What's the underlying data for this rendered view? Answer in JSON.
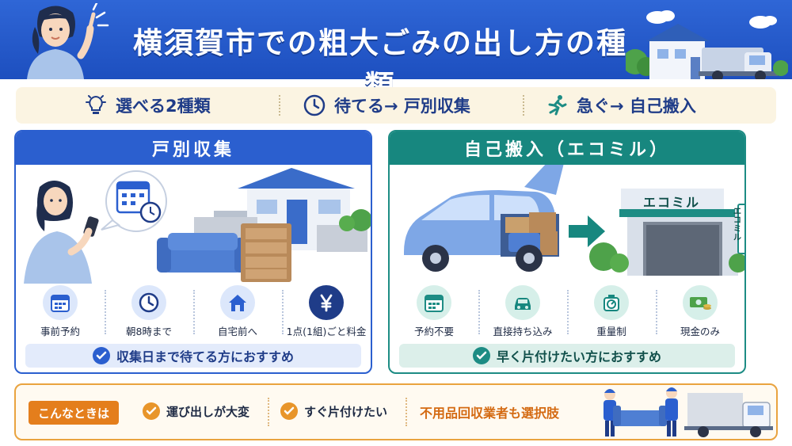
{
  "header": {
    "title": "横須賀市での粗大ごみの出し方の種類"
  },
  "summary": {
    "items": [
      {
        "icon": "lightbulb-icon",
        "text": "選べる2種類"
      },
      {
        "icon": "clock-icon",
        "text": "待てる→ 戸別収集"
      },
      {
        "icon": "running-person-icon",
        "text": "急ぐ→ 自己搬入"
      }
    ]
  },
  "panel_left": {
    "title": "戸別収集",
    "features": [
      {
        "icon": "calendar-icon",
        "label": "事前予約"
      },
      {
        "icon": "clock-icon",
        "label": "朝8時まで"
      },
      {
        "icon": "house-icon",
        "label": "自宅前へ"
      },
      {
        "icon": "yen-icon",
        "label": "1点(1組)ごと料金"
      }
    ],
    "recommend": "収集日まで待てる方におすすめ",
    "accent": "#2b5fcf"
  },
  "panel_right": {
    "title": "自己搬入（エコミル）",
    "facility_sign": "エコミル",
    "facility_pole": "エコミル",
    "features": [
      {
        "icon": "calendar-icon",
        "label": "予約不要"
      },
      {
        "icon": "car-icon",
        "label": "直接持ち込み"
      },
      {
        "icon": "scale-icon",
        "label": "重量制"
      },
      {
        "icon": "cash-icon",
        "label": "現金のみ"
      }
    ],
    "recommend": "早く片付けたい方におすすめ",
    "accent": "#1d8c84"
  },
  "bottom": {
    "tag": "こんなときは",
    "items": [
      "運び出しが大変",
      "すぐ片付けたい"
    ],
    "alternative": "不用品回収業者も選択肢",
    "accent": "#e47e1c"
  }
}
